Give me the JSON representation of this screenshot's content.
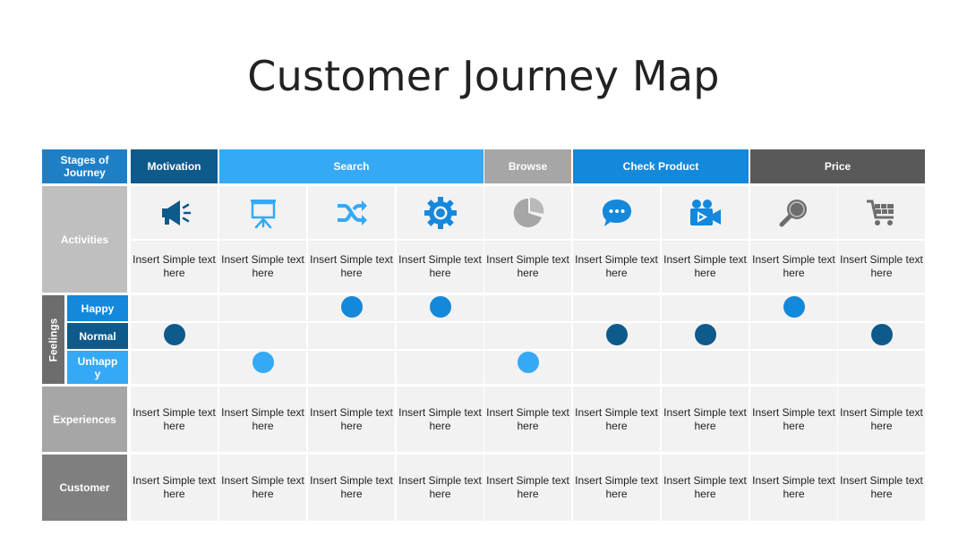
{
  "title": "Customer Journey Map",
  "header": {
    "stages_label": "Stages of Journey",
    "stages": [
      {
        "label": "Motivation",
        "color": "#0e5a8a"
      },
      {
        "label": "Search",
        "color": "#35a9f5"
      },
      {
        "label": "Browse",
        "color": "#a6a6a6"
      },
      {
        "label": "Check Product",
        "color": "#1488db"
      },
      {
        "label": "Price",
        "color": "#595959"
      }
    ]
  },
  "rows": {
    "activities": "Activities",
    "feelings": "Feelings",
    "happy": "Happy",
    "normal": "Normal",
    "unhappy": "Unhapp\ny",
    "experiences": "Experiences",
    "customer": "Customer"
  },
  "icons": [
    "megaphone-icon",
    "presentation-board-icon",
    "shuffle-icon",
    "gear-icon",
    "pie-chart-icon",
    "chat-bubble-icon",
    "video-camera-icon",
    "magnifier-icon",
    "shopping-cart-icon"
  ],
  "activity_texts": [
    "Insert Simple text here",
    "Insert Simple text here",
    "Insert Simple text here",
    "Insert Simple text here",
    "Insert Simple text here",
    "Insert Simple text here",
    "Insert Simple text here",
    "Insert Simple text here",
    "Insert Simple text here"
  ],
  "feelings": [
    "normal",
    "unhappy",
    "happy",
    "happy",
    "unhappy",
    "normal",
    "normal",
    "happy",
    "normal"
  ],
  "experience_texts": [
    "Insert Simple text here",
    "Insert Simple text here",
    "Insert Simple text here",
    "Insert Simple text here",
    "Insert Simple text here",
    "Insert Simple text here",
    "Insert Simple text here",
    "Insert Simple text here",
    "Insert Simple text here"
  ],
  "customer_texts": [
    "Insert Simple text here",
    "Insert Simple text here",
    "Insert Simple text here",
    "Insert Simple text here",
    "Insert Simple text here",
    "Insert Simple text here",
    "Insert Simple text here",
    "Insert Simple text here",
    "Insert Simple text here"
  ],
  "colors": {
    "dark_blue": "#0e5a8a",
    "mid_blue": "#1488db",
    "light_blue": "#35a9f5",
    "stage_label_blue": "#1f7fc6",
    "grey_light": "#bfbfbf",
    "grey_mid": "#a6a6a6",
    "grey_dark": "#7f7f7f",
    "feelings_grey": "#6d6d6d",
    "cell_bg": "#f2f2f2"
  }
}
